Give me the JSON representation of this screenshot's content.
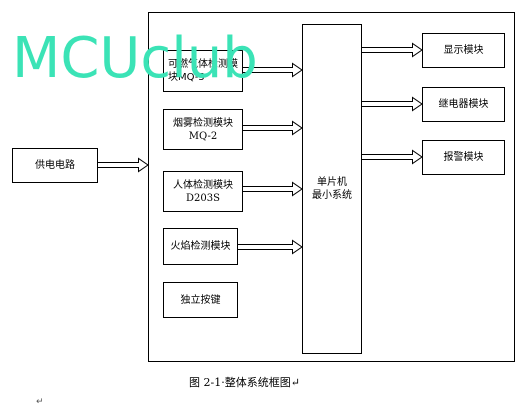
{
  "watermark": "MCUclub",
  "power_supply": "供电电路",
  "input_modules": [
    {
      "line1": "可燃气体检测模",
      "line2": "块MQ-5"
    },
    {
      "line1": "烟雾检测模块",
      "line2": "MQ-2"
    },
    {
      "line1": "人体检测模块",
      "line2": "D203S"
    },
    {
      "line1": "火焰检测模块"
    },
    {
      "line1": "独立按键"
    }
  ],
  "mcu": {
    "line1": "单片机",
    "line2": "最小系统"
  },
  "output_modules": [
    "显示模块",
    "继电器模块",
    "报警模块"
  ],
  "caption": "图 2-1·整体系统框图↵",
  "paragraph_mark": "↵",
  "colors": {
    "watermark": "#3be3b6",
    "stroke": "#000000",
    "background": "#ffffff"
  }
}
